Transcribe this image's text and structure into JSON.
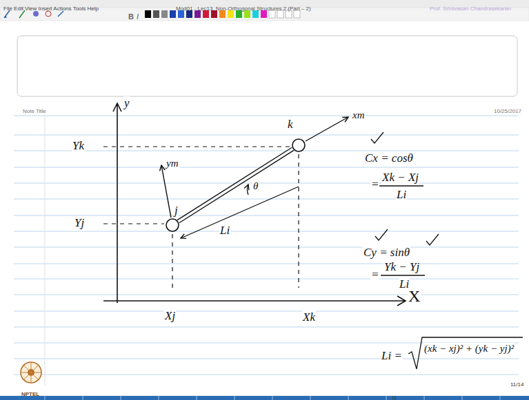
{
  "diagram": {
    "nodes": [
      {
        "text": [
          "j"
        ]
      },
      {
        "text": [
          "k"
        ]
      }
    ],
    "edges": [
      {
        "from": 0,
        "to": 1,
        "arrow": "none"
      }
    ],
    "labels": [
      "File Edit View Insert Actions Tools Help",
      "Mod01 - Lec13, Non-Orthogonal Structures 2 (Part – 2)",
      "Prof. Srinivasan Chandrasekaran",
      "B",
      "I",
      "Note Title",
      "10/25/2017",
      "y",
      "Yk",
      "Yj",
      "X",
      "Xj",
      "Xk",
      "xm",
      "ym",
      "θ",
      "Li",
      "Cx = cosθ",
      "=",
      "Xk − Xj",
      "Li",
      "Cy = sinθ",
      "=",
      "Yk − Yj",
      "Li",
      "Li =",
      "(xk − xj)² + (yk − yj)²",
      "NPTEL",
      "11/14",
      "11"
    ]
  }
}
